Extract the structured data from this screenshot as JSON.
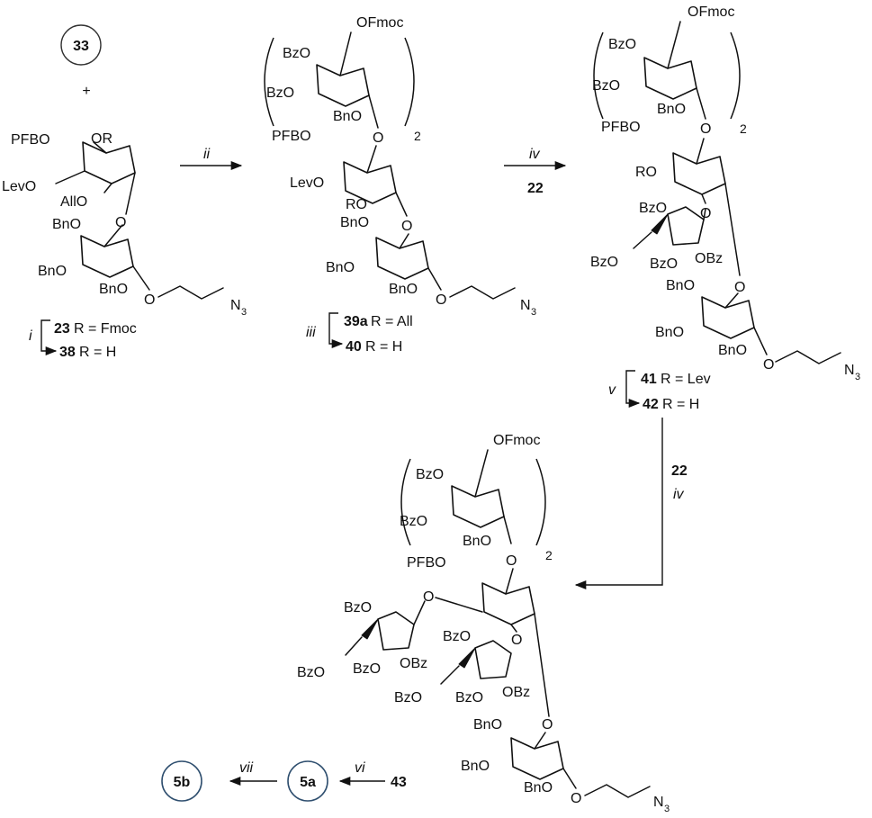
{
  "labels": {
    "c33": "33",
    "plus": "+",
    "c5a": "5a",
    "c5b": "5b",
    "n22a": "22",
    "n22b": "22",
    "n43": "43"
  },
  "reagents": {
    "i": "i",
    "ii": "ii",
    "iii": "iii",
    "iv_a": "iv",
    "iv_b": "iv",
    "v": "v",
    "vi": "vi",
    "vii": "vii"
  },
  "groups": {
    "OFmoc": "OFmoc",
    "BzO": "BzO",
    "OBz": "OBz",
    "BnO": "BnO",
    "PFBO": "PFBO",
    "LevO": "LevO",
    "AllO": "AllO",
    "RO": "RO",
    "OR": "OR",
    "N3": "N",
    "N3_sub": "3",
    "sub2": "2"
  },
  "compounds": {
    "c23": {
      "num": "23",
      "desc": " R  = Fmoc"
    },
    "c38": {
      "num": "38",
      "desc": " R = H"
    },
    "c39a": {
      "num": "39a",
      "desc": " R = All"
    },
    "c40": {
      "num": "40",
      "desc": " R = H"
    },
    "c41": {
      "num": "41",
      "desc": " R = Lev"
    },
    "c42": {
      "num": "42",
      "desc": " R = H"
    }
  },
  "colors": {
    "ink": "#111111",
    "highlight_ring": "#2f4f6f"
  }
}
